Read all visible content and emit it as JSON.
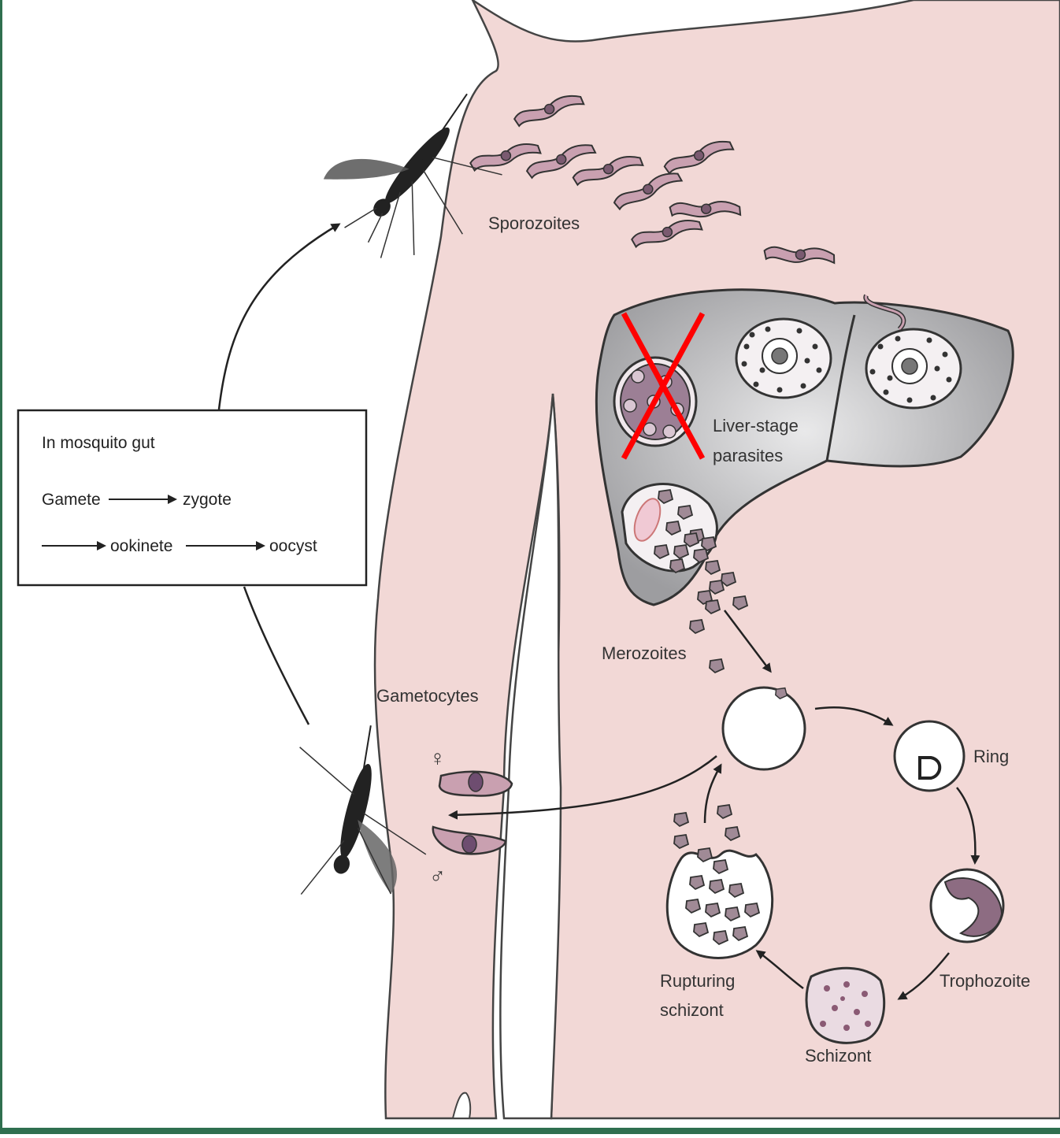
{
  "labels": {
    "sporozoites": "Sporozoites",
    "liver_stage_1": "Liver-stage",
    "liver_stage_2": "parasites",
    "merozoites": "Merozoites",
    "gametocytes": "Gametocytes",
    "ring": "Ring",
    "trophozoite": "Trophozoite",
    "schizont": "Schizont",
    "rupturing_1": "Rupturing",
    "rupturing_2": "schizont",
    "female_symbol": "♀",
    "male_symbol": "♂"
  },
  "mosquito_box": {
    "title": "In mosquito gut",
    "gamete": "Gamete",
    "zygote": "zygote",
    "ookinete": "ookinete",
    "oocyst": "oocyst"
  },
  "colors": {
    "skin": "#f2d8d6",
    "outline": "#333333",
    "liver": "#b9b9bb",
    "parasite": "#c9a0b0",
    "cross": "#ff0000"
  }
}
